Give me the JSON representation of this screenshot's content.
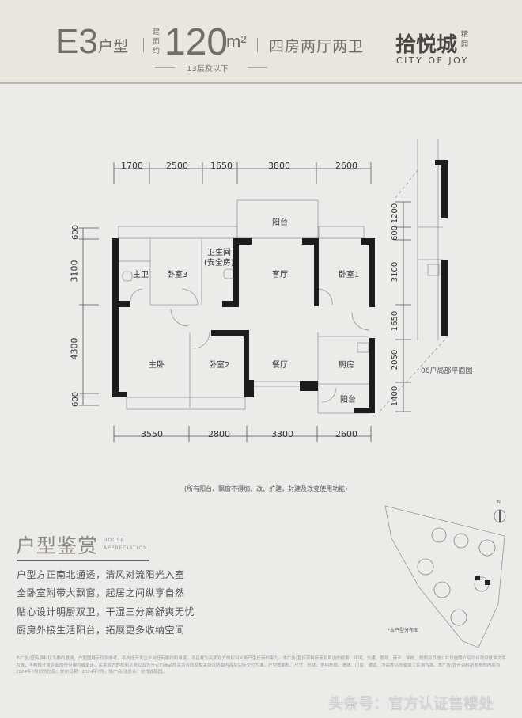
{
  "header": {
    "unit_code": "E3",
    "unit_word": "户型",
    "area_label": [
      "建",
      "面",
      "约"
    ],
    "area_value": "120",
    "area_unit": "m²",
    "layout": "四房两厅两卫",
    "floors": "13层及以下",
    "brand_cn": "拾悦城",
    "brand_sub": [
      "精",
      "园"
    ],
    "brand_en": "CITY OF JOY"
  },
  "plan": {
    "top_dims": [
      "1700",
      "2500",
      "1650",
      "3800",
      "2600"
    ],
    "bottom_dims": [
      "3550",
      "2800",
      "3300",
      "2600"
    ],
    "left_dims": [
      "600",
      "3100",
      "4300",
      "600"
    ],
    "rooms": {
      "balcony_top": "阳台",
      "wc": "卫生间",
      "wc_note": "(安全房)",
      "master_bath": "主卫",
      "bedroom3": "卧室3",
      "living": "客厅",
      "bedroom1": "卧室1",
      "master_bedroom": "主卧",
      "bedroom2": "卧室2",
      "dining": "餐厅",
      "kitchen": "厨房",
      "balcony_bottom": "阳台"
    },
    "note": "(所有阳台、飘窗不得加、改、扩建，封建及改变使用功能)"
  },
  "partial_plan": {
    "dims": [
      "1200",
      "600",
      "3100",
      "1650",
      "2050",
      "1400"
    ],
    "caption": "06户局部平面图"
  },
  "appreciation": {
    "title": "户型鉴赏",
    "en1": "HOUSE",
    "en2": "APPRECIATION",
    "points": [
      "户型方正南北通透，清风对流阳光入室",
      "全卧室附带大飘窗，起居之间纵享自然",
      "贴心设计明厨双卫，干湿三分离舒爽无忧",
      "厨房外接生活阳台，拓展更多收纳空间"
    ]
  },
  "site_map": {
    "caption": "*本户型分布图",
    "north": "N"
  },
  "disclaimer": "本广告/宣传资料仅为要约邀请，户型图展示仅供参考，不构成开发企业对任何要约和承诺，不应视为买卖双方的权利义务产生任何约束力。本广告/宣传资料所涉及周边的配套、环境、交通、景观、商业、学校、规划及其他公共设施等介绍均以政府批准文件为准，不构成开发企业的任何要约或承诺。买卖双方的权利义务以双方签订的商品房买卖合同及相关协议所载内容及实际交付为准。户型图面积、尺寸、形状、室内布局、墙体、门窗、通道、净高等以房屋竣工实测为准。本广告/宣传资料所发布的内容为2024年7月前的信息。发布日期：2024年7月。推广名/注册名：拾悦城精园。",
  "watermark": "头条号：官方认证售楼处"
}
